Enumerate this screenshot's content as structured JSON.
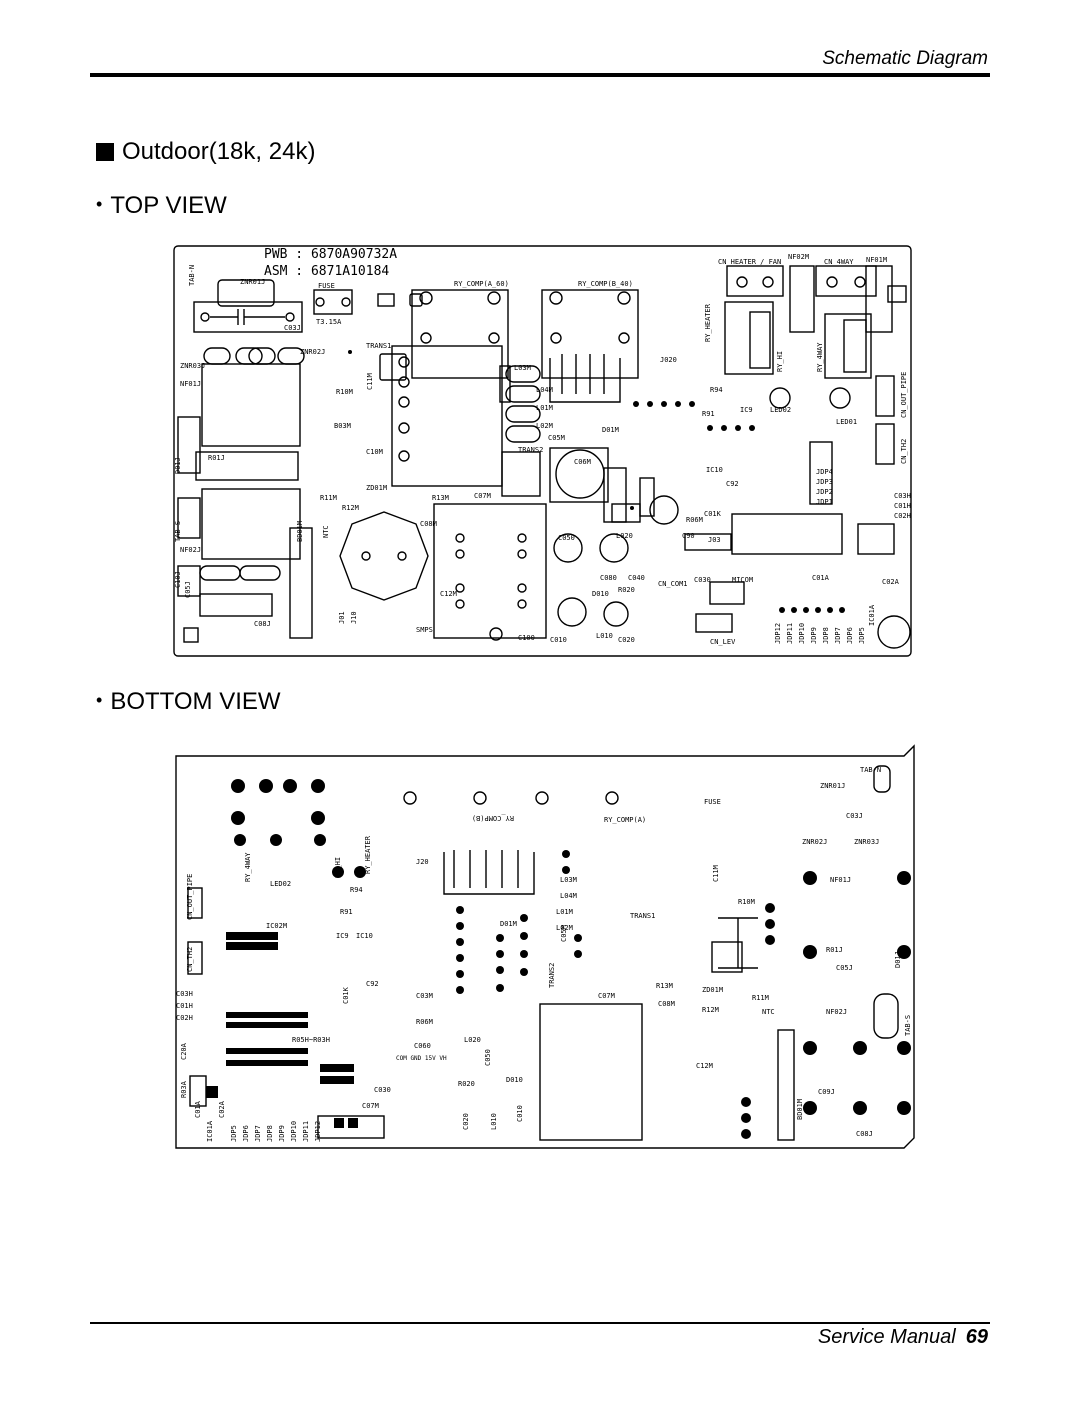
{
  "header": {
    "title": "Schematic Diagram"
  },
  "section": {
    "title": "Outdoor(18k, 24k)"
  },
  "views": {
    "top": {
      "heading": "TOP VIEW"
    },
    "bottom": {
      "heading": "BOTTOM VIEW"
    }
  },
  "top_board": {
    "pwb": "PWB : 6870A90732A",
    "asm": "ASM : 6871A10184",
    "labels": {
      "tab_n": "TAB-N",
      "znr01j": "ZNR01J",
      "fuse": "FUSE",
      "fuse_rating": "T3.15A",
      "c03j": "C03J",
      "ry_comp_a": "RY_COMP(A_60)",
      "ry_comp_b": "RY_COMP(B_40)",
      "cn_heater_fan": "CN_HEATER / FAN",
      "nf02m": "NF02M",
      "cn_4way": "CN_4WAY",
      "nf01m": "NF01M",
      "znr03j": "ZNR03J",
      "znr02j": "ZNR02J",
      "trans1": "TRANS1",
      "nf01j": "NF01J",
      "r10m": "R10M",
      "c11m": "C11M",
      "l03m": "L03M",
      "l04m": "L04M",
      "l01m": "L01M",
      "l02m": "L02M",
      "j020": "J020",
      "ry_heater": "RY_HEATER",
      "ry_4way": "RY_4WAY",
      "ry_hi": "RY_HI",
      "cn_out_pipe": "CN_OUT_PIPE",
      "cn_th2": "CN_TH2",
      "d01j": "D01J",
      "r01j": "R01J",
      "b03m": "B03M",
      "c10m": "C10M",
      "trans2": "TRANS2",
      "c05m": "C05M",
      "led01": "LED01",
      "led02": "LED02",
      "r94": "R94",
      "r91": "R91",
      "ic9": "IC9",
      "ic10": "IC10",
      "c92": "C92",
      "c01k": "C01K",
      "jdp4": "JDP4",
      "jdp3": "JDP3",
      "jdp2": "JDP2",
      "jdp1": "JDP1",
      "c03h": "C03H",
      "c01h": "C01H",
      "c02h": "C02H",
      "tab_s": "TAB-S",
      "r11m": "R11M",
      "zd01m": "ZD01M",
      "r13m": "R13M",
      "c07m": "C07M",
      "c08m": "C08M",
      "r12m": "R12M",
      "ntc": "NTC",
      "bd01m": "BD01M",
      "nf02j": "NF02J",
      "c06m": "C06M",
      "d01m": "D01M",
      "r06m": "R06M",
      "c01a": "C01A",
      "c02a": "C02A",
      "c050": "C050",
      "l020": "L020",
      "c90": "C90",
      "j03": "J03",
      "micom": "MICOM",
      "c080": "C080",
      "c040": "C040",
      "cn_com1": "CN_COM1",
      "c030": "C030",
      "d010": "D010",
      "r020": "R020",
      "c10j": "C10J",
      "c05j": "C05J",
      "c08j": "C08J",
      "c12m": "C12M",
      "smps": "SMPS",
      "c100": "C100",
      "c010": "C010",
      "l010": "L010",
      "c020": "C020",
      "cn_lev": "CN_LEV",
      "jdp12": "JDP12",
      "jdp11": "JDP11",
      "jdp10": "JDP10",
      "jdp9": "JDP9",
      "jdp8": "JDP8",
      "jdp7": "JDP7",
      "jdp6": "JDP6",
      "jdp5": "JDP5",
      "ic01a": "IC01A",
      "j01": "J01",
      "j10": "J10"
    }
  },
  "bottom_board": {
    "labels": {
      "tab_n": "TAB-N",
      "znr01j": "ZNR01J",
      "fuse": "FUSE",
      "c03j": "C03J",
      "ry_comp_a": "RY_COMP(A)",
      "ry_comp_b": "RY_COMP(B)",
      "znr02j": "ZNR02J",
      "znr03j": "ZNR03J",
      "nf01j": "NF01J",
      "trans1": "TRANS1",
      "r10m": "R10M",
      "c11m": "C11M",
      "r01j": "R01J",
      "c05j": "C05J",
      "d01j": "D01J",
      "nf02j": "NF02J",
      "tab_s": "TAB-S",
      "c07m": "C07M",
      "r13m": "R13M",
      "zd01m": "ZD01M",
      "r11m": "R11M",
      "r12m": "R12M",
      "c08m": "C08M",
      "ntc": "NTC",
      "c12m": "C12M",
      "bd01m": "BD01M",
      "c09j": "C09J",
      "c08j": "C08J",
      "ry_4way": "RY_4WAY",
      "ry_hi": "RY_HI",
      "ry_heater": "RY_HEATER",
      "led02": "LED02",
      "cn_out_pipe": "CN_OUT_PIPE",
      "cn_th2": "CN_TH2",
      "ic02m": "IC02M",
      "c03h": "C03H",
      "c01h": "C01H",
      "c02h": "C02H",
      "ic01a": "IC01A",
      "c20a": "C20A",
      "r03a": "R03A",
      "c01a": "C01A",
      "c02a": "C02A",
      "r05h_r03h": "R05H~R03H",
      "jdp5": "JDP5",
      "jdp6": "JDP6",
      "jdp7": "JDP7",
      "jdp8": "JDP8",
      "jdp9": "JDP9",
      "jdp10": "JDP10",
      "jdp11": "JDP11",
      "jdp12": "JDP12",
      "c01k": "C01K",
      "c92": "C92",
      "ic9": "IC9",
      "ic10": "IC10",
      "r94": "R94",
      "r91": "R91",
      "j20": "J20",
      "d01m": "D01M",
      "l03m": "L03M",
      "l04m": "L04M",
      "l01m": "L01M",
      "l02m": "L02M",
      "trans2": "TRANS2",
      "c05m": "C05M",
      "c03m": "C03M",
      "r06m": "R06M",
      "c060": "C060",
      "l020": "L020",
      "c050": "C050",
      "r020": "R020",
      "d010": "D010",
      "c010": "C010",
      "l010": "L010",
      "c020": "C020",
      "c030": "C030",
      "com_gnd": "COM GND 15V VH"
    }
  }
}
